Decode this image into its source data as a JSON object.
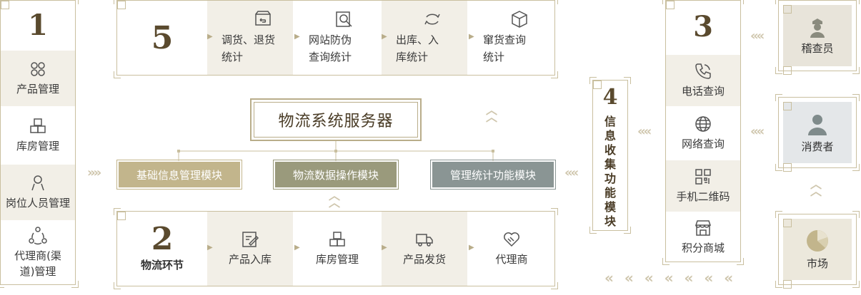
{
  "left_panel": {
    "number": "1",
    "items": [
      {
        "label": "产品管理",
        "icon": "grid-four-icon"
      },
      {
        "label": "库房管理",
        "icon": "warehouse-boxes-icon"
      },
      {
        "label": "岗位人员管理",
        "icon": "person-icon"
      },
      {
        "label": "代理商(渠道)管理",
        "icon": "network-cycle-icon"
      }
    ]
  },
  "top_panel": {
    "number": "5",
    "items": [
      {
        "label": "调货、退货统计",
        "icon": "return-box-icon"
      },
      {
        "label": "网站防伪查询统计",
        "icon": "search-doc-icon"
      },
      {
        "label": "出库、入库统计",
        "icon": "cycle-arrows-icon"
      },
      {
        "label": "窜货查询统计",
        "icon": "package-icon"
      }
    ]
  },
  "center": {
    "server_title": "物流系统服务器",
    "modules": [
      {
        "label": "基础信息管理模块",
        "color": "#c2b58c"
      },
      {
        "label": "物流数据操作模块",
        "color": "#9a9a7c"
      },
      {
        "label": "管理统计功能模块",
        "color": "#8a9594"
      }
    ]
  },
  "bottom_panel": {
    "number": "2",
    "title": "物流环节",
    "items": [
      {
        "label": "产品入库",
        "icon": "doc-pen-icon"
      },
      {
        "label": "库房管理",
        "icon": "warehouse-boxes-icon"
      },
      {
        "label": "产品发货",
        "icon": "truck-icon"
      },
      {
        "label": "代理商",
        "icon": "handshake-icon"
      }
    ]
  },
  "info_module": {
    "number": "4",
    "label": "信息收集功能模块"
  },
  "query_panel": {
    "number": "3",
    "items": [
      {
        "label": "电话查询",
        "icon": "phone-icon"
      },
      {
        "label": "网络查询",
        "icon": "globe-icon"
      },
      {
        "label": "手机二维码",
        "icon": "qrcode-icon"
      },
      {
        "label": "积分商城",
        "icon": "store-icon"
      }
    ]
  },
  "roles": [
    {
      "label": "稽查员",
      "icon": "inspector-icon"
    },
    {
      "label": "消费者",
      "icon": "consumer-icon"
    },
    {
      "label": "市场",
      "icon": "pie-chart-icon"
    }
  ],
  "colors": {
    "frame": "#c9bf9f",
    "number": "#5a4a2e",
    "shade": "#f2efe7"
  }
}
